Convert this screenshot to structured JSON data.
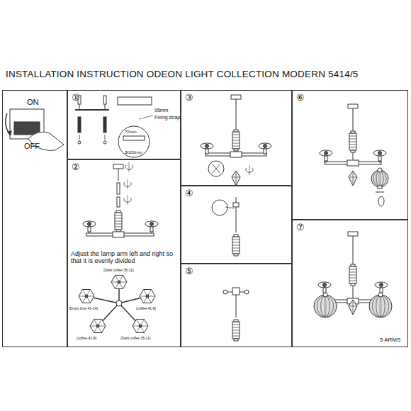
{
  "diagram": {
    "title": "INSTALLATION INSTRUCTION ODEON LIGHT COLLECTION MODERN 5414/5",
    "nodes": [
      {
        "text": [
          "ON",
          "OFF"
        ]
      },
      {
        "text": [
          "①"
        ]
      },
      {
        "text": [
          "②"
        ]
      },
      {
        "text": [
          "③"
        ]
      },
      {
        "text": [
          "④"
        ]
      },
      {
        "text": [
          "⑤"
        ]
      },
      {
        "text": [
          "⑥"
        ]
      },
      {
        "text": [
          "⑦"
        ]
      }
    ],
    "edges": [],
    "labels": [
      "95mm",
      "Fixing strap",
      "70mm",
      "Φ100mm",
      "Adjust the lamp arm left and right so that it is evenly divided",
      "(Dark coffee 35-11)",
      "(Dusty blue 41-14)",
      "(coffee 41-8)",
      "(coffee 41-8)",
      "(Dark coffee 35-11)",
      "5 ARMS"
    ]
  }
}
